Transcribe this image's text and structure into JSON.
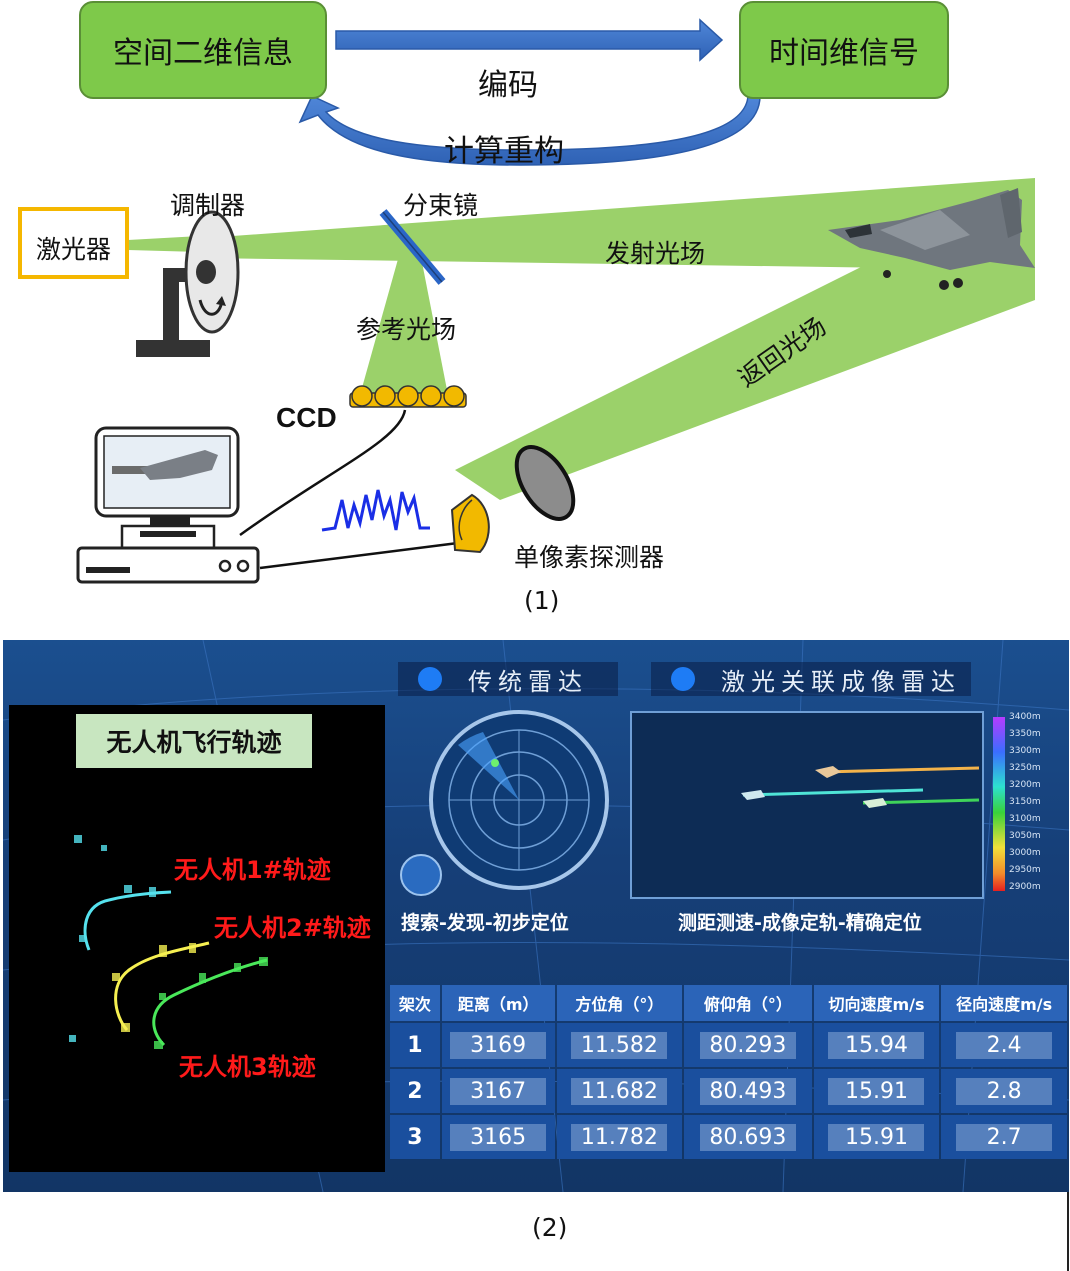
{
  "part1": {
    "box_left": "空间二维信息",
    "box_right": "时间维信号",
    "arrow_encode": "编码",
    "arrow_reconstruct": "计算重构",
    "laser": "激光器",
    "modulator": "调制器",
    "beam_splitter": "分束镜",
    "emit_field": "发射光场",
    "reference_field": "参考光场",
    "return_field": "返回光场",
    "ccd": "CCD",
    "single_pixel_detector": "单像素探测器",
    "caption": "(1)"
  },
  "part2": {
    "tab_traditional": "传统雷达",
    "tab_laser": "激光关联成像雷达",
    "caption_search": "搜索-发现-初步定位",
    "caption_ranging": "测距测速-成像定轨-精确定位",
    "colorbar_ticks": [
      "3400m",
      "3350m",
      "3300m",
      "3250m",
      "3200m",
      "3150m",
      "3100m",
      "3050m",
      "3000m",
      "2950m",
      "2900m"
    ],
    "table": {
      "headers": [
        "架次",
        "距离（m）",
        "方位角（°）",
        "俯仰角（°）",
        "切向速度m/s",
        "径向速度m/s"
      ],
      "rows": [
        [
          "1",
          "3169",
          "11.582",
          "80.293",
          "15.94",
          "2.4"
        ],
        [
          "2",
          "3167",
          "11.682",
          "80.493",
          "15.91",
          "2.8"
        ],
        [
          "3",
          "3165",
          "11.782",
          "80.693",
          "15.91",
          "2.7"
        ]
      ]
    },
    "trajectory": {
      "title": "无人机飞行轨迹",
      "label1": "无人机1#轨迹",
      "label2": "无人机2#轨迹",
      "label3": "无人机3轨迹"
    },
    "caption": "(2)"
  }
}
